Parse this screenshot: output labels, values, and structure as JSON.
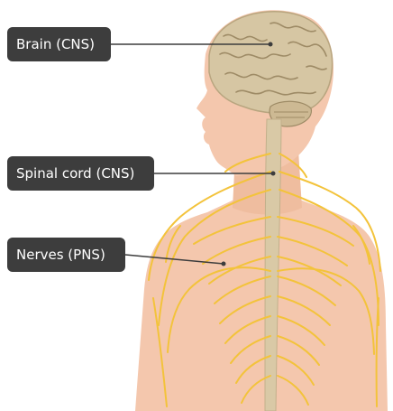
{
  "labels": {
    "brain": "Brain (CNS)",
    "spinal_cord": "Spinal cord (CNS)",
    "nerves": "Nerves (PNS)"
  },
  "colors": {
    "skin": "#f4c7ad",
    "skin_shadow": "#e8b294",
    "brain": "#d6c6a3",
    "brain_fold": "#9e8b66",
    "spine": "#d9c9a6",
    "nerve": "#f3c33b",
    "label_bg": "#3d3d3d",
    "leader_line": "#3d3d3d"
  }
}
